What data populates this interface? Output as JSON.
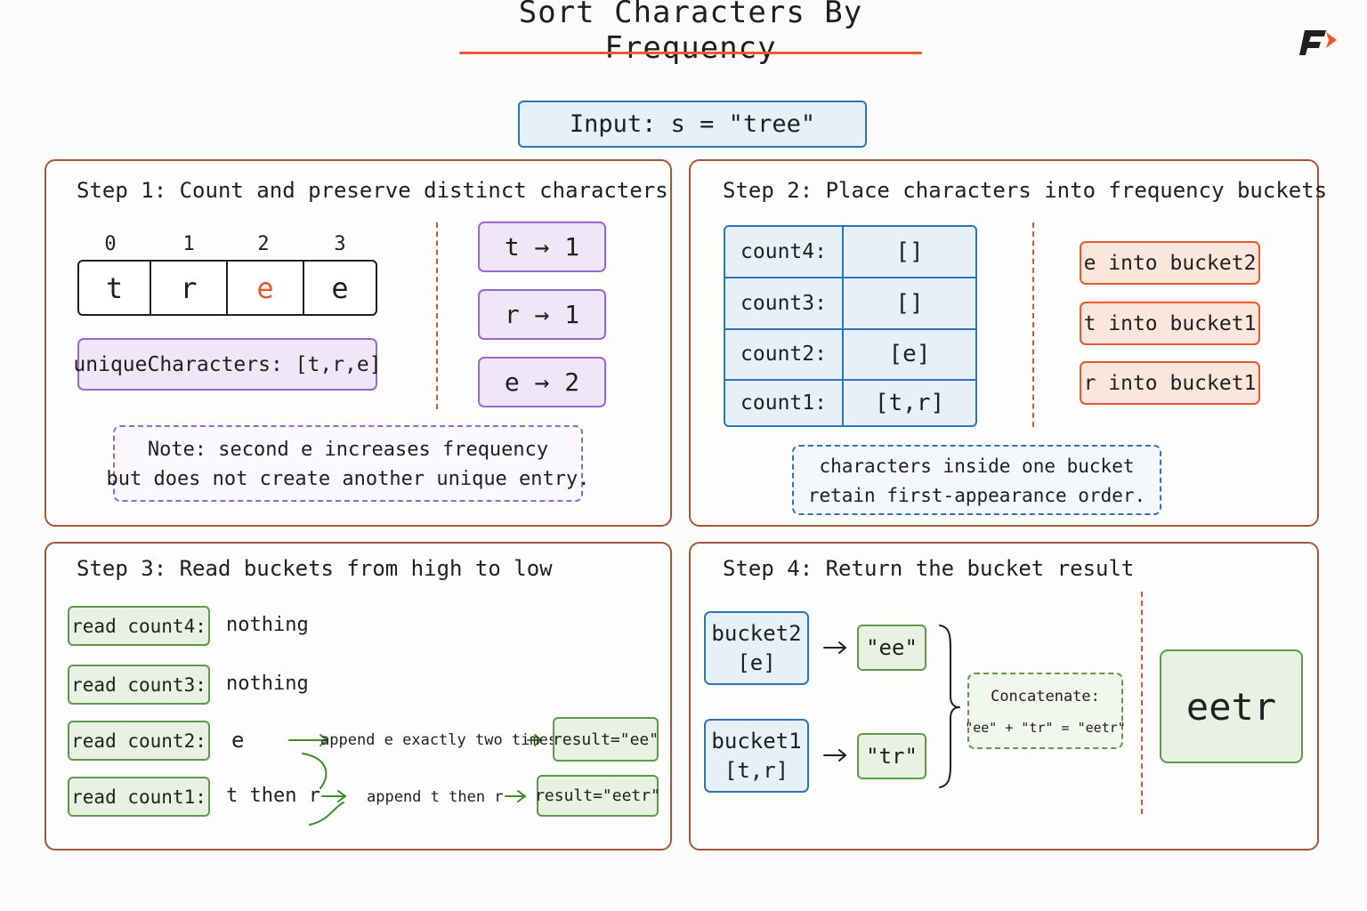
{
  "title": "Sort Characters By Frequency",
  "input": "Input: s = \"tree\"",
  "step1": {
    "title": "Step 1: Count and preserve distinct characters",
    "indices": [
      "0",
      "1",
      "2",
      "3"
    ],
    "chars": [
      "t",
      "r",
      "e",
      "e"
    ],
    "highlight_color": "#e55a2b",
    "unique": "uniqueCharacters: [t,r,e]",
    "counts": [
      "t → 1",
      "r → 1",
      "e → 2"
    ],
    "note_line1": "Note: second e increases frequency",
    "note_line2": "but does not create another unique entry."
  },
  "step2": {
    "title": "Step 2: Place characters into frequency buckets",
    "buckets": [
      {
        "key": "count4:",
        "value": "[]"
      },
      {
        "key": "count3:",
        "value": "[]"
      },
      {
        "key": "count2:",
        "value": "[e]"
      },
      {
        "key": "count1:",
        "value": "[t,r]"
      }
    ],
    "placements": [
      "e into bucket2",
      "t into bucket1",
      "r into bucket1"
    ],
    "note_line1": "characters inside one bucket",
    "note_line2": "retain first-appearance order."
  },
  "step3": {
    "title": "Step 3: Read buckets from high to low",
    "reads": [
      {
        "label": "read count4:",
        "value": "nothing"
      },
      {
        "label": "read count3:",
        "value": "nothing"
      },
      {
        "label": "read count2:",
        "value": "e"
      },
      {
        "label": "read count1:",
        "value": "t then r"
      }
    ],
    "append1": "append e exactly two times",
    "result1": "result=\"ee\"",
    "append2": "append t then r",
    "result2": "result=\"eetr\""
  },
  "step4": {
    "title": "Step 4: Return the bucket result",
    "bucket2_l1": "bucket2",
    "bucket2_l2": "[e]",
    "bucket1_l1": "bucket1",
    "bucket1_l2": "[t,r]",
    "out1": "\"ee\"",
    "out2": "\"tr\"",
    "concat_label": "Concatenate:",
    "concat_expr": "\"ee\" + \"tr\" = \"eetr\"",
    "final": "eetr"
  },
  "colors": {
    "accent": "#ea5a2a",
    "panel_border": "#a0583c",
    "blue": "#2f74b8",
    "purple": "#9b67cf",
    "green": "#5e9a4a",
    "orange": "#e55a2b"
  }
}
